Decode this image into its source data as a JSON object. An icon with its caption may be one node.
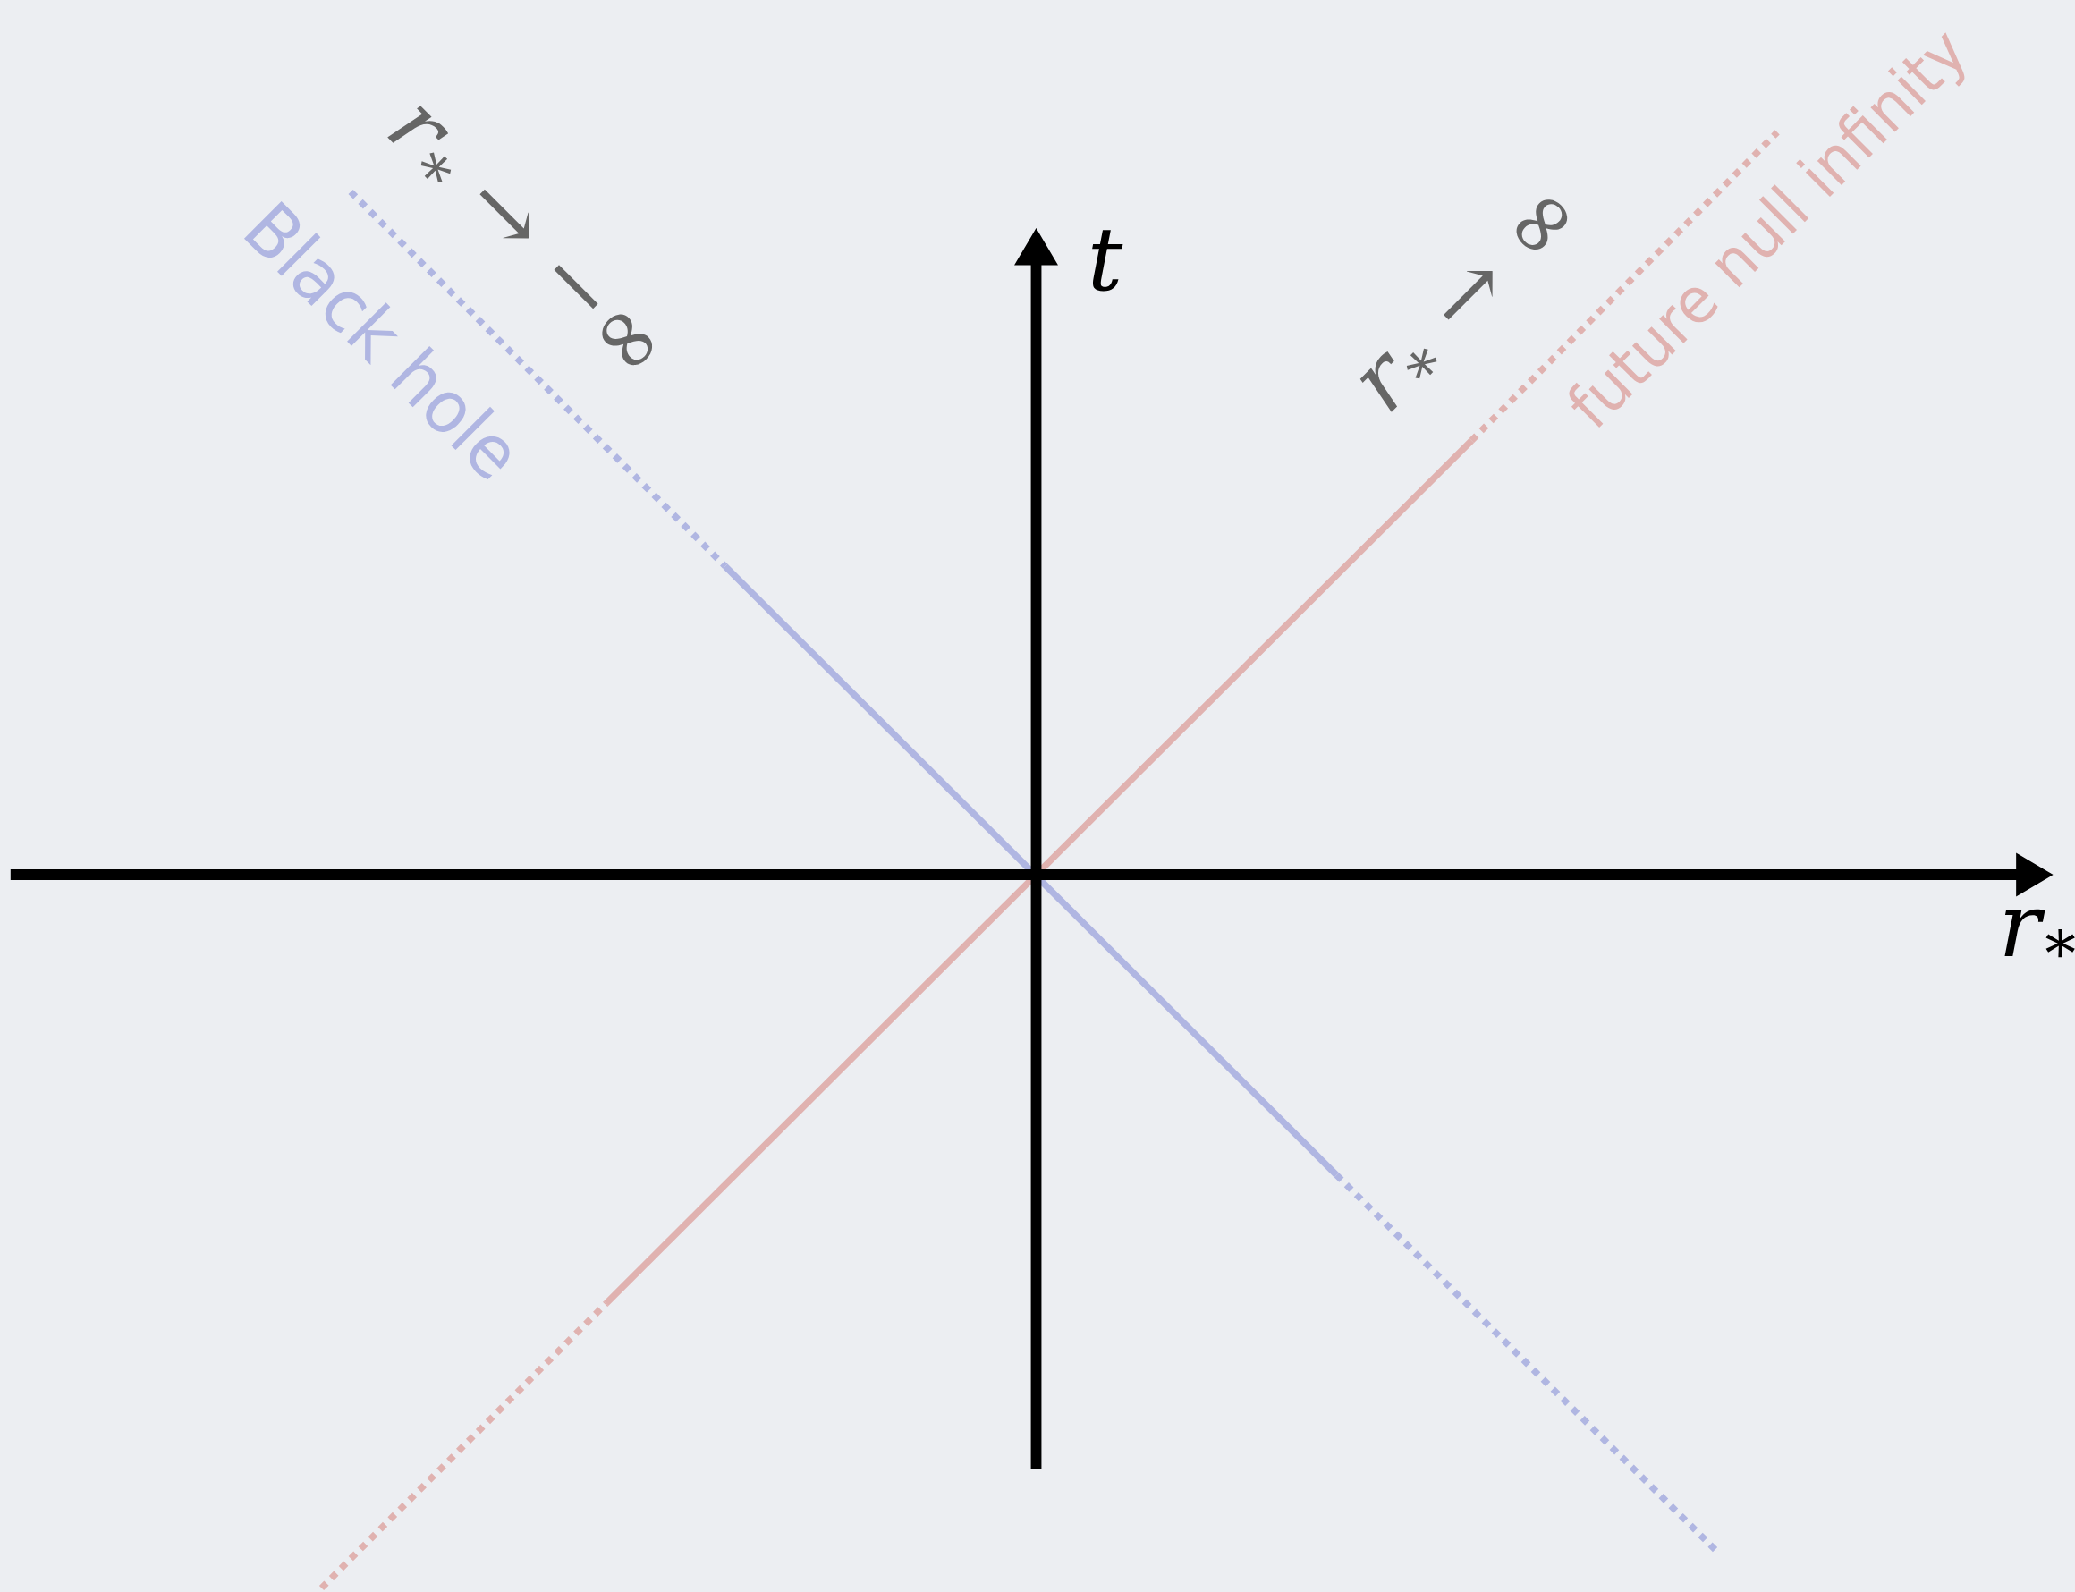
{
  "diagram": {
    "labels": [
      "*r*$_{*}$ → −∞",
      "Black hole",
      "t",
      "*r*$_{*}$ → ∞",
      "future null infinity",
      "*r*$_{*}$"
    ]
  }
}
